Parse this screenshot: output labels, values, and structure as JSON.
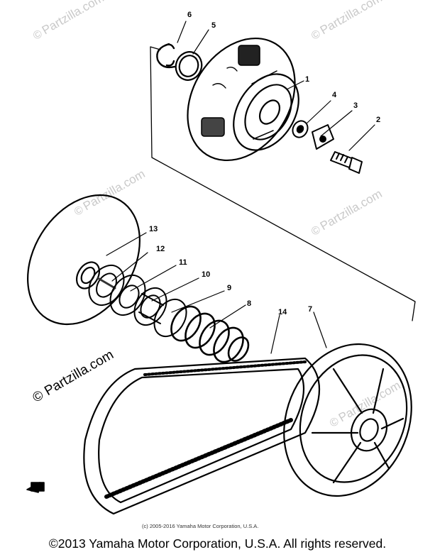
{
  "watermark": {
    "brand": "Partzilla.com",
    "symbol": "©"
  },
  "callouts": [
    "1",
    "2",
    "3",
    "4",
    "5",
    "6",
    "7",
    "8",
    "9",
    "10",
    "11",
    "12",
    "13",
    "14"
  ],
  "small_copyright": "(c) 2005-2016 Yamaha Motor Corporation, U.S.A.",
  "copyright": "©2013 Yamaha Motor Corporation, U.S.A. All rights reserved.",
  "front_marker": "FWD"
}
